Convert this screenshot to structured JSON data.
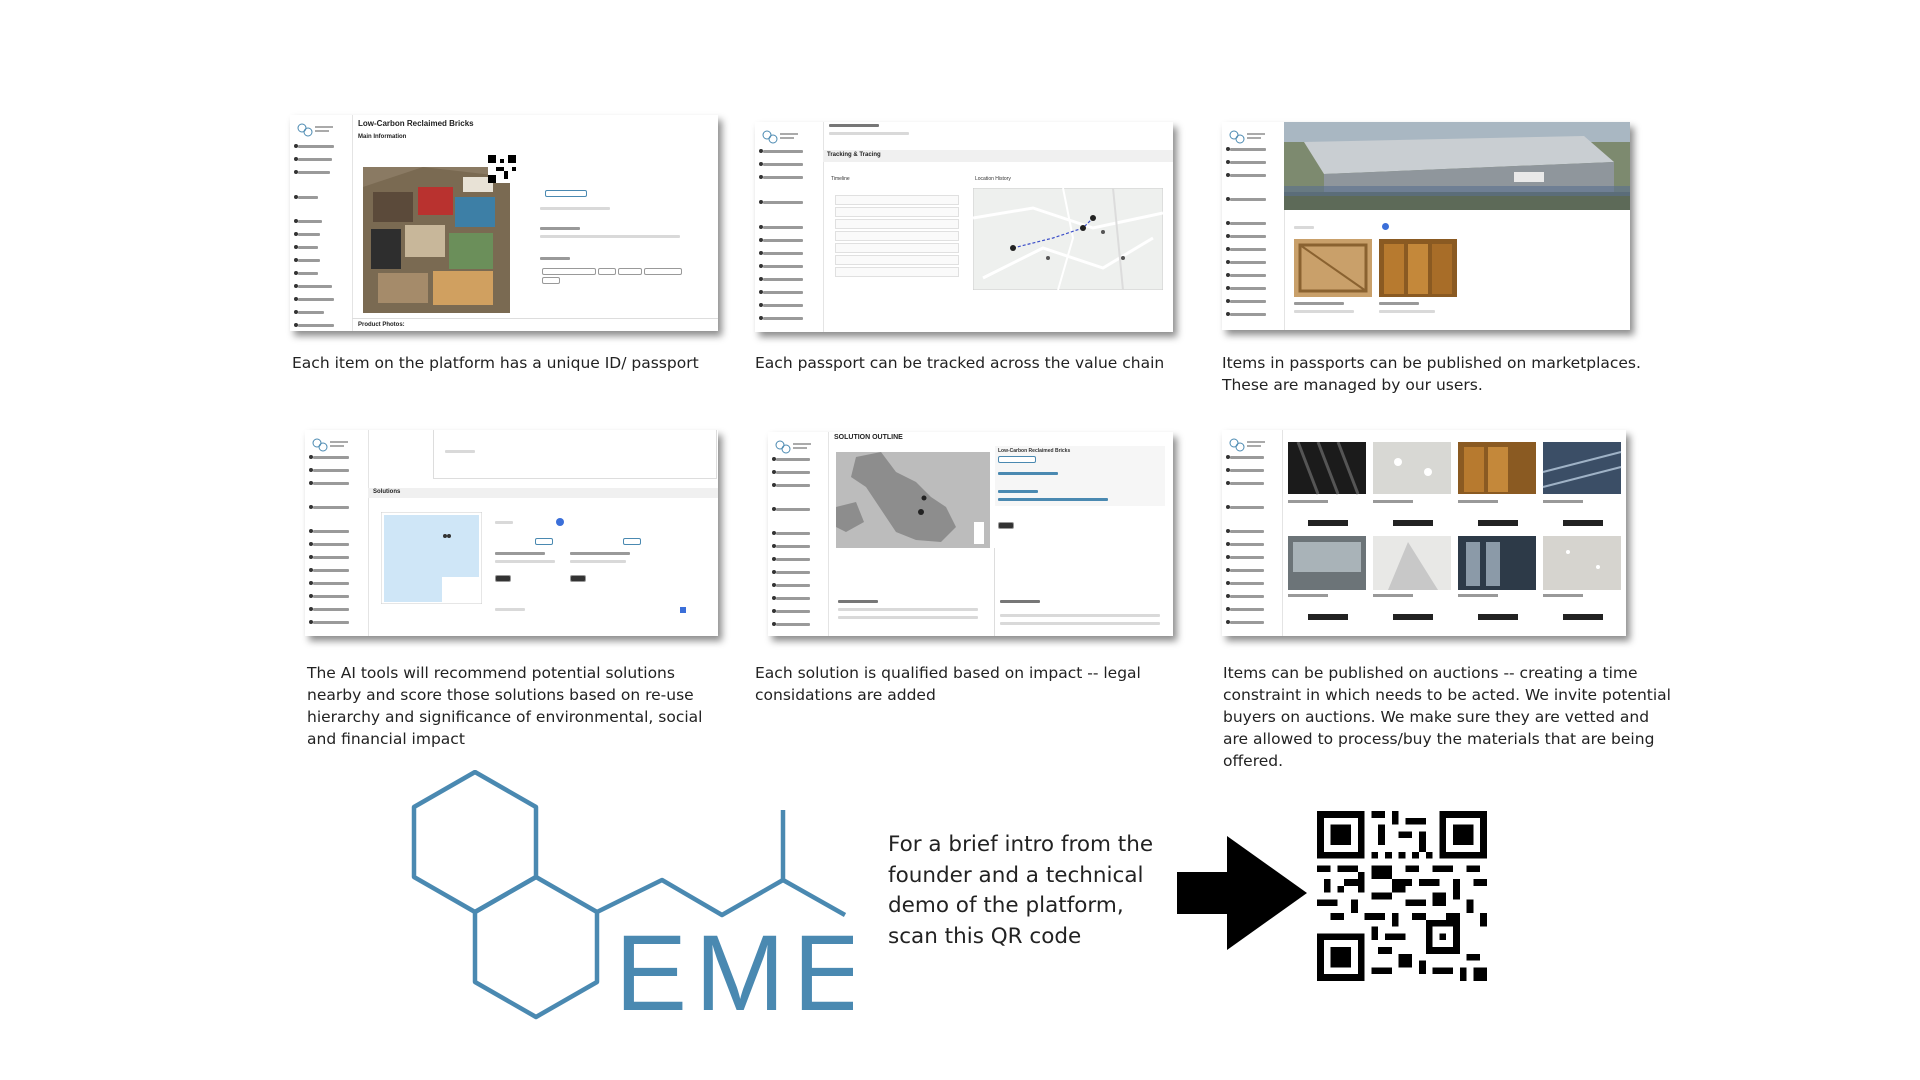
{
  "panels": [
    {
      "caption": "Each item on the platform has a unique ID/ passport",
      "title": "Low-Carbon Reclaimed Bricks",
      "subtitle": "Main Information",
      "footer": "Product Photos:"
    },
    {
      "caption": "Each passport can be tracked across the value chain",
      "section": "Tracking & Tracing",
      "left_label": "Timeline",
      "right_label": "Location History"
    },
    {
      "caption": "Items in passports can be published on marketplaces. These are managed by our users."
    },
    {
      "caption": "The AI tools will recommend potential solutions nearby and score those solutions based on re-use hierarchy and significance of environmental, social and financial impact",
      "section": "Solutions"
    },
    {
      "caption": "Each solution is qualified based on impact -- legal considations are added",
      "title": "SOLUTION OUTLINE",
      "card_title": "Low-Carbon Reclaimed Bricks"
    },
    {
      "caption": "Items can be published on auctions -- creating a time constraint in which needs to be acted. We invite potential buyers on auctions. We make sure they are vetted and are allowed to process/buy the materials that are being offered."
    }
  ],
  "logo_text": "EME",
  "qr_intro": "For a brief intro from the founder and a technical demo of the platform, scan this QR code",
  "colors": {
    "logo": "#4a89b1",
    "map_water": "#cfe6f7",
    "arrow": "#000000"
  },
  "icons": {
    "arrow": "arrow-right-icon",
    "qr": "qr-code-icon"
  }
}
